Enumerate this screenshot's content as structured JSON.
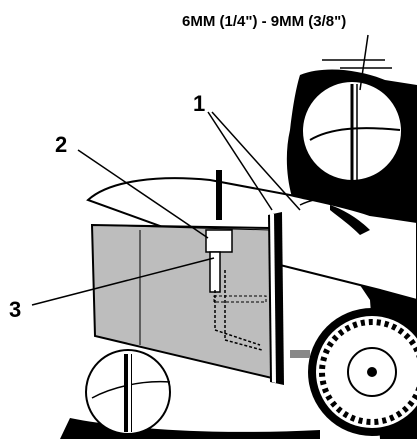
{
  "measurement_label": "6MM (1/4\") - 9MM (3/8\")",
  "callouts": {
    "c1": "1",
    "c2": "2",
    "c3": "3"
  }
}
